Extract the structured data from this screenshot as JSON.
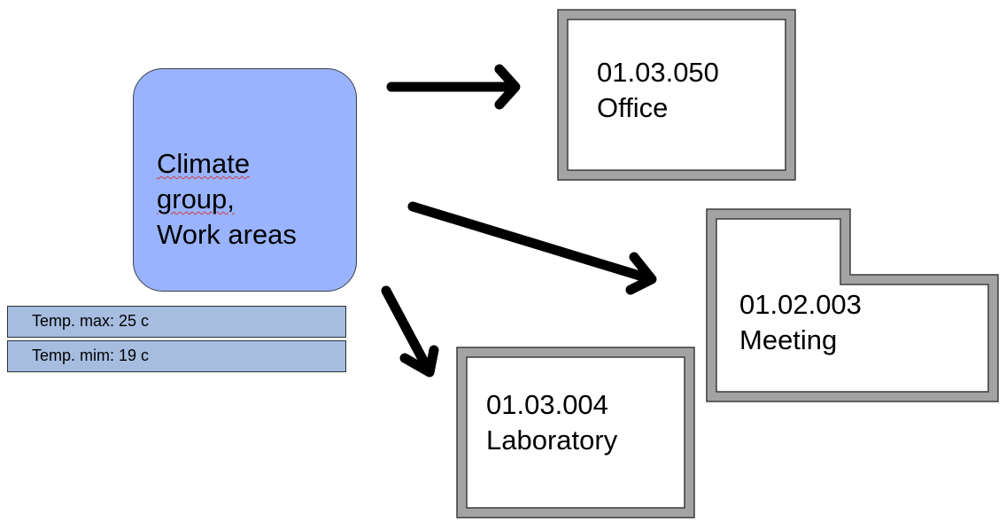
{
  "climate_group": {
    "line1": "Climate",
    "line2": "group,",
    "line3": "Work areas",
    "fill_color": "#99b3ff"
  },
  "parameters": {
    "temp_max": "Temp. max: 25 c",
    "temp_min": "Temp. mim: 19 c",
    "fill_color": "#a6bde0"
  },
  "rooms": {
    "office": {
      "number": "01.03.050",
      "name": "Office"
    },
    "meeting": {
      "number": "01.02.003",
      "name": "Meeting"
    },
    "laboratory": {
      "number": "01.03.004",
      "name": "Laboratory"
    }
  },
  "style": {
    "wall_color": "#a3a3a3",
    "arrow_color": "#000000"
  }
}
